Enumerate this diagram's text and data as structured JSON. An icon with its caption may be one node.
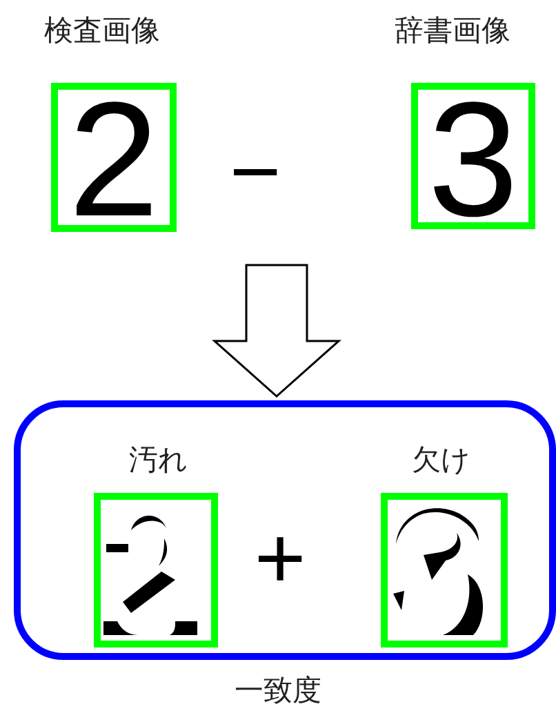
{
  "diagram": {
    "nodes": [
      {
        "text": [
          "検査画像",
          "2"
        ]
      },
      {
        "text": [
          "辞書画像",
          "3"
        ]
      },
      {
        "text": [],
        "shape": "box",
        "beside": [
          "一致度"
        ]
      },
      {
        "text": [
          "汚れ"
        ],
        "in": 2
      },
      {
        "text": [
          "欠け"
        ],
        "in": 2
      }
    ],
    "edges": [
      {
        "from": null,
        "to": 2,
        "arrow": "to"
      }
    ],
    "labels": [
      "−",
      "+"
    ]
  }
}
